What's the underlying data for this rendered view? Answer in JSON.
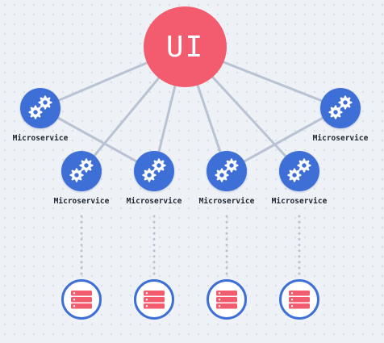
{
  "diagram": {
    "ui_node": {
      "label": "UI",
      "color": "#f25c6e"
    },
    "microservices": [
      {
        "id": "ms-1",
        "label": "Microservice",
        "icon": "gears-icon"
      },
      {
        "id": "ms-2",
        "label": "Microservice",
        "icon": "gears-icon"
      },
      {
        "id": "ms-3",
        "label": "Microservice",
        "icon": "gears-icon"
      },
      {
        "id": "ms-4",
        "label": "Microservice",
        "icon": "gears-icon"
      },
      {
        "id": "ms-5",
        "label": "Microservice",
        "icon": "gears-icon"
      },
      {
        "id": "ms-6",
        "label": "Microservice",
        "icon": "gears-icon"
      }
    ],
    "databases": [
      {
        "id": "db-1",
        "icon": "database-icon"
      },
      {
        "id": "db-2",
        "icon": "database-icon"
      },
      {
        "id": "db-3",
        "icon": "database-icon"
      },
      {
        "id": "db-4",
        "icon": "database-icon"
      }
    ],
    "colors": {
      "service": "#3d6fd6",
      "database_fill": "#f25c6e",
      "connector": "#b9c3d4",
      "background": "#eef1f6"
    }
  }
}
